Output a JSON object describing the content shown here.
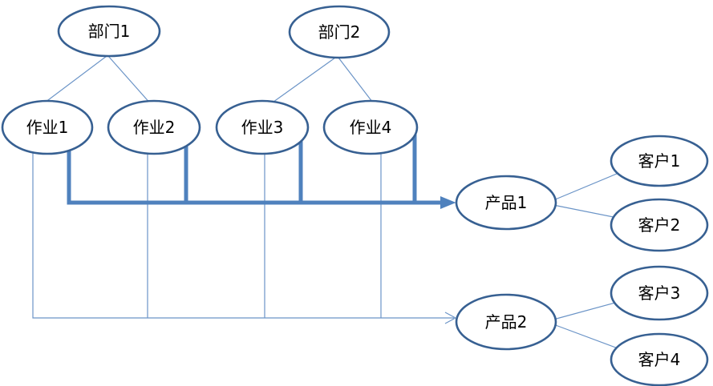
{
  "diagram": {
    "description": "Cost flow diagram: departments to activities to products to customers",
    "background": "#ffffff",
    "colors": {
      "node_border": "#376092",
      "node_fill": "#ffffff",
      "strong_connector": "#4f81bd",
      "weak_connector": "#6b94c7",
      "label_text": "#000000"
    },
    "nodes": {
      "dept1": {
        "label": "部门1",
        "type": "department"
      },
      "dept2": {
        "label": "部门2",
        "type": "department"
      },
      "act1": {
        "label": "作业1",
        "type": "activity"
      },
      "act2": {
        "label": "作业2",
        "type": "activity"
      },
      "act3": {
        "label": "作业3",
        "type": "activity"
      },
      "act4": {
        "label": "作业4",
        "type": "activity"
      },
      "prod1": {
        "label": "产品1",
        "type": "product"
      },
      "prod2": {
        "label": "产品2",
        "type": "product"
      },
      "cust1": {
        "label": "客户1",
        "type": "customer"
      },
      "cust2": {
        "label": "客户2",
        "type": "customer"
      },
      "cust3": {
        "label": "客户3",
        "type": "customer"
      },
      "cust4": {
        "label": "客户4",
        "type": "customer"
      }
    },
    "edges": [
      {
        "from": "部门1",
        "to": "作业1",
        "style": "thin-line"
      },
      {
        "from": "部门1",
        "to": "作业2",
        "style": "thin-line"
      },
      {
        "from": "部门2",
        "to": "作业3",
        "style": "thin-line"
      },
      {
        "from": "部门2",
        "to": "作业4",
        "style": "thin-line"
      },
      {
        "from": "作业1",
        "to": "产品1",
        "style": "thick-arrow"
      },
      {
        "from": "作业2",
        "to": "产品1",
        "style": "thick-arrow"
      },
      {
        "from": "作业3",
        "to": "产品1",
        "style": "thick-arrow"
      },
      {
        "from": "作业4",
        "to": "产品1",
        "style": "thick-arrow"
      },
      {
        "from": "作业1",
        "to": "产品2",
        "style": "thin-arrow"
      },
      {
        "from": "作业2",
        "to": "产品2",
        "style": "thin-arrow"
      },
      {
        "from": "作业3",
        "to": "产品2",
        "style": "thin-arrow"
      },
      {
        "from": "作业4",
        "to": "产品2",
        "style": "thin-arrow"
      },
      {
        "from": "产品1",
        "to": "客户1",
        "style": "thin-line"
      },
      {
        "from": "产品1",
        "to": "客户2",
        "style": "thin-line"
      },
      {
        "from": "产品2",
        "to": "客户3",
        "style": "thin-line"
      },
      {
        "from": "产品2",
        "to": "客户4",
        "style": "thin-line"
      }
    ]
  }
}
